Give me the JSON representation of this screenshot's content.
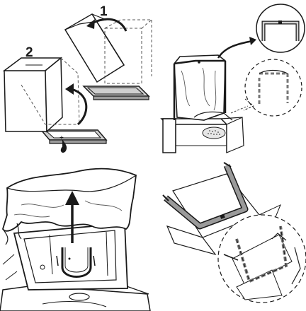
{
  "panels": [
    {
      "id": "remove-frame-steps",
      "step_labels": [
        "1",
        "2"
      ]
    },
    {
      "id": "fold-liner-over-frame"
    },
    {
      "id": "lift-liner-out"
    },
    {
      "id": "frame-and-liner-detail"
    }
  ],
  "colors": {
    "line": "#1a1a1a",
    "frame_grey": "#9a9a9a",
    "frame_light": "#cfcfcf",
    "dash": "#555555"
  }
}
